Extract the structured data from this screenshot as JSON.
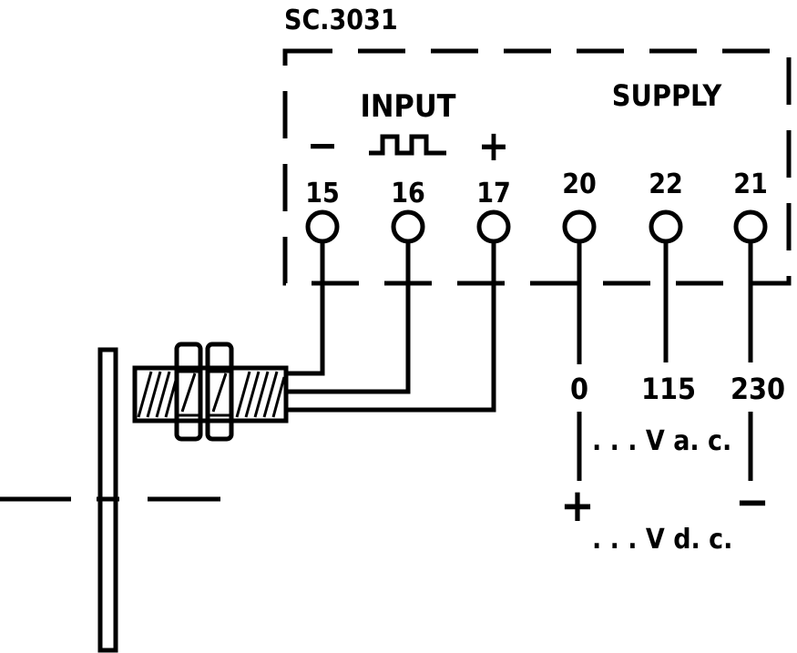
{
  "diagram": {
    "model": "SC.3031",
    "input_label": "INPUT",
    "supply_label": "SUPPLY",
    "input_minus": "−",
    "input_plus": "+",
    "terminals": [
      "15",
      "16",
      "17",
      "20",
      "22",
      "21"
    ],
    "supply_values": [
      "0",
      "115",
      "230"
    ],
    "vac_label": ". . . V a. c.",
    "vdc_label": ". . . V d. c.",
    "dc_plus": "+",
    "dc_minus": "−"
  },
  "colors": {
    "ink": "#000000",
    "paper": "#ffffff"
  },
  "icons": {
    "pulse_symbol": "square-wave-icon",
    "sensor": "proximity-sensor-icon"
  }
}
